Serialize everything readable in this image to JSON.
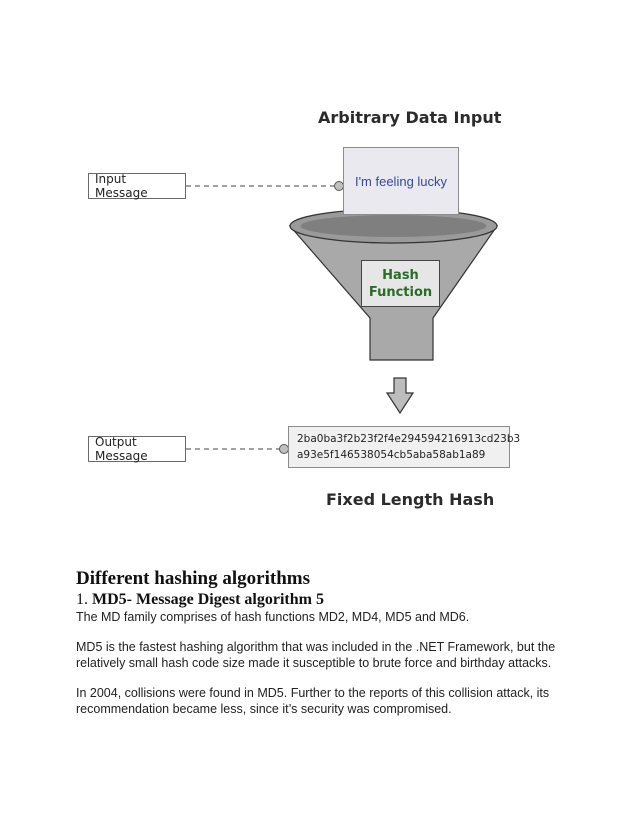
{
  "diagram": {
    "top_title": "Arbitrary Data Input",
    "input_label": "Input Message",
    "input_text": "I'm feeling lucky",
    "hash_function_line1": "Hash",
    "hash_function_line2": "Function",
    "output_label": "Output Message",
    "hash_line1": "2ba0ba3f2b23f2f4e294594216913cd23b3",
    "hash_line2": "a93e5f146538054cb5aba58ab1a89",
    "bottom_title": "Fixed Length Hash"
  },
  "article": {
    "heading": "Different hashing algorithms",
    "sub_number": "1.",
    "sub_title": "MD5- Message Digest algorithm 5",
    "para1": "The MD family comprises of hash functions MD2, MD4, MD5 and MD6.",
    "para2": "MD5 is the fastest hashing algorithm that was included in the .NET Framework, but the relatively small hash code size made it susceptible to brute force and birthday attacks.",
    "para3": "In 2004, collisions were found in MD5. Further to the reports of this collision attack, its recommendation became less, since it’s security was compromised."
  }
}
